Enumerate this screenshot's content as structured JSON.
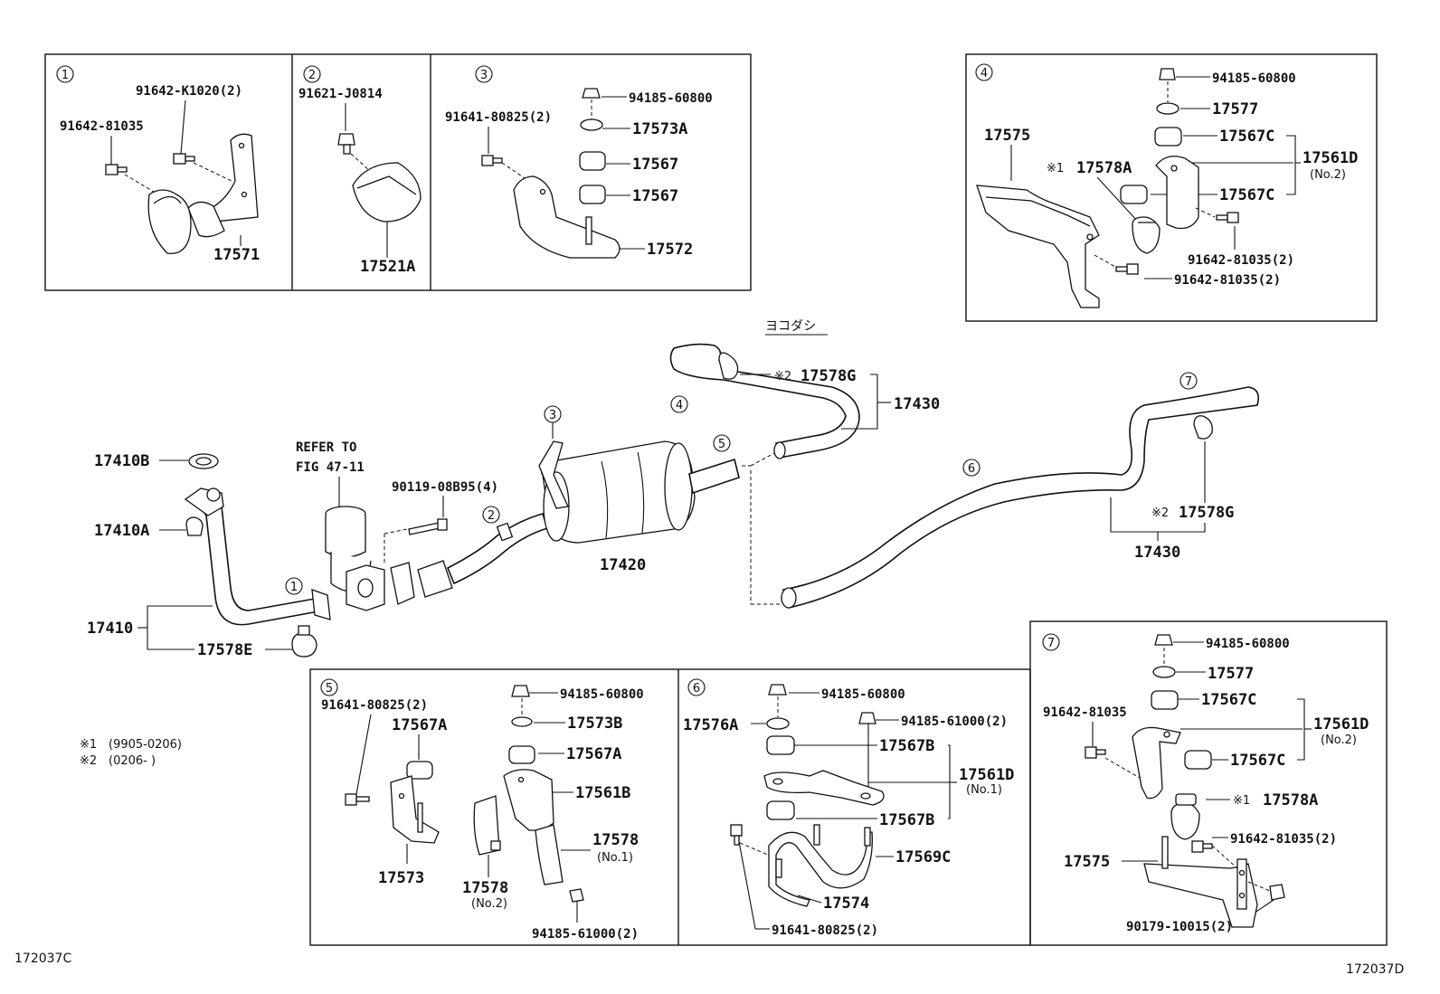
{
  "figure_codes": {
    "left": "172037C",
    "right": "172037D"
  },
  "view_label": "ヨコダシ",
  "legend": [
    {
      "mark": "※1",
      "text": "(9905-0206)"
    },
    {
      "mark": "※2",
      "text": "(0206-      )"
    }
  ],
  "boxes": {
    "b1": {
      "index": "1",
      "labels": [
        "91642-K1020(2)",
        "91642-81035",
        "17571"
      ]
    },
    "b2": {
      "index": "2",
      "labels": [
        "91621-J0814",
        "17521A"
      ]
    },
    "b3": {
      "index": "3",
      "labels": [
        "94185-60800",
        "91641-80825(2)",
        "17573A",
        "17567",
        "17567",
        "17572"
      ]
    },
    "b4": {
      "index": "4",
      "labels": [
        "94185-60800",
        "17577",
        "17575",
        "17567C",
        "※1",
        "17578A",
        "17561D",
        "(No.2)",
        "17567C",
        "91642-81035(2)",
        "91642-81035(2)"
      ]
    },
    "b5": {
      "index": "5",
      "labels": [
        "94185-60800",
        "91641-80825(2)",
        "17567A",
        "17573B",
        "17567A",
        "17561B",
        "17578",
        "(No.1)",
        "17573",
        "17578",
        "(No.2)",
        "94185-61000(2)"
      ]
    },
    "b6": {
      "index": "6",
      "labels": [
        "94185-60800",
        "17576A",
        "94185-61000(2)",
        "17567B",
        "17561D",
        "(No.1)",
        "17567B",
        "17569C",
        "17574",
        "91641-80825(2)"
      ]
    },
    "b7": {
      "index": "7",
      "labels": [
        "94185-60800",
        "17577",
        "17567C",
        "91642-81035",
        "17561D",
        "(No.2)",
        "17567C",
        "※1",
        "17578A",
        "91642-81035(2)",
        "17575",
        "90179-10015(2)"
      ]
    }
  },
  "main": {
    "refer_to": [
      "REFER TO",
      "FIG 47-11"
    ],
    "labels": {
      "p17410B": "17410B",
      "p17410A": "17410A",
      "p17410": "17410",
      "p17578E": "17578E",
      "p90119": "90119-08B95(4)",
      "p17420": "17420",
      "p17578G_top": "17578G",
      "p17430_top": "17430",
      "p17578G_right": "17578G",
      "p17430_right": "17430",
      "mark2_top": "※2",
      "mark2_right": "※2"
    },
    "callouts": [
      "1",
      "2",
      "3",
      "4",
      "5",
      "6",
      "7"
    ]
  }
}
